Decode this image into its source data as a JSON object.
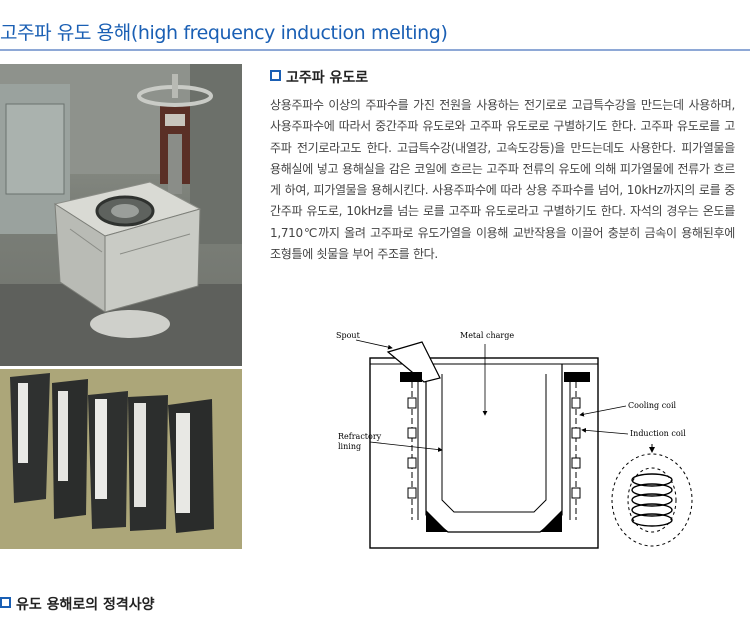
{
  "page": {
    "title": "고주파 유도 용해(high frequency induction  melting)"
  },
  "section": {
    "heading": "고주파 유도로",
    "paragraph": "상용주파수 이상의 주파수를 가진 전원을 사용하는 전기로로 고급특수강을 만드는데 사용하며, 사용주파수에 따라서 중간주파 유도로와 고주파 유도로로 구별하기도 한다. 고주파 유도로를 고주파 전기로라고도 한다. 고급특수강(내열강, 고속도강등)을 만드는데도 사용한다. 피가열물을 용해실에 넣고 용해실을 감은 코일에 흐르는 고주파 전류의 유도에 의해 피가열물에 전류가 흐르게 하여, 피가열물을 용해시킨다. 사용주파수에 따라 상용 주파수를 넘어, 10kHz까지의 로를 중간주파 유도로, 10kHz를 넘는 로를 고주파 유도로라고 구별하기도 한다. 자석의 경우는 온도를 1,710℃까지 올려 고주파로 유도가열을 이용해 교반작용을 이끌어 충분히 금속이 용해된후에 조형틀에 쇳물을 부어 주조를 한다."
  },
  "diagram": {
    "labels": {
      "spout": "Spout",
      "metal_charge": "Metal charge",
      "cooling_coil": "Cooling coil",
      "induction_coil": "Induction coil",
      "refractory_1": "Refractory",
      "refractory_2": "lining"
    }
  },
  "bottom": {
    "heading": "유도 용해로의 정격사양"
  },
  "colors": {
    "title_blue": "#1a5fb4",
    "rule_blue": "#8ea8d6",
    "body_text": "#444444"
  }
}
